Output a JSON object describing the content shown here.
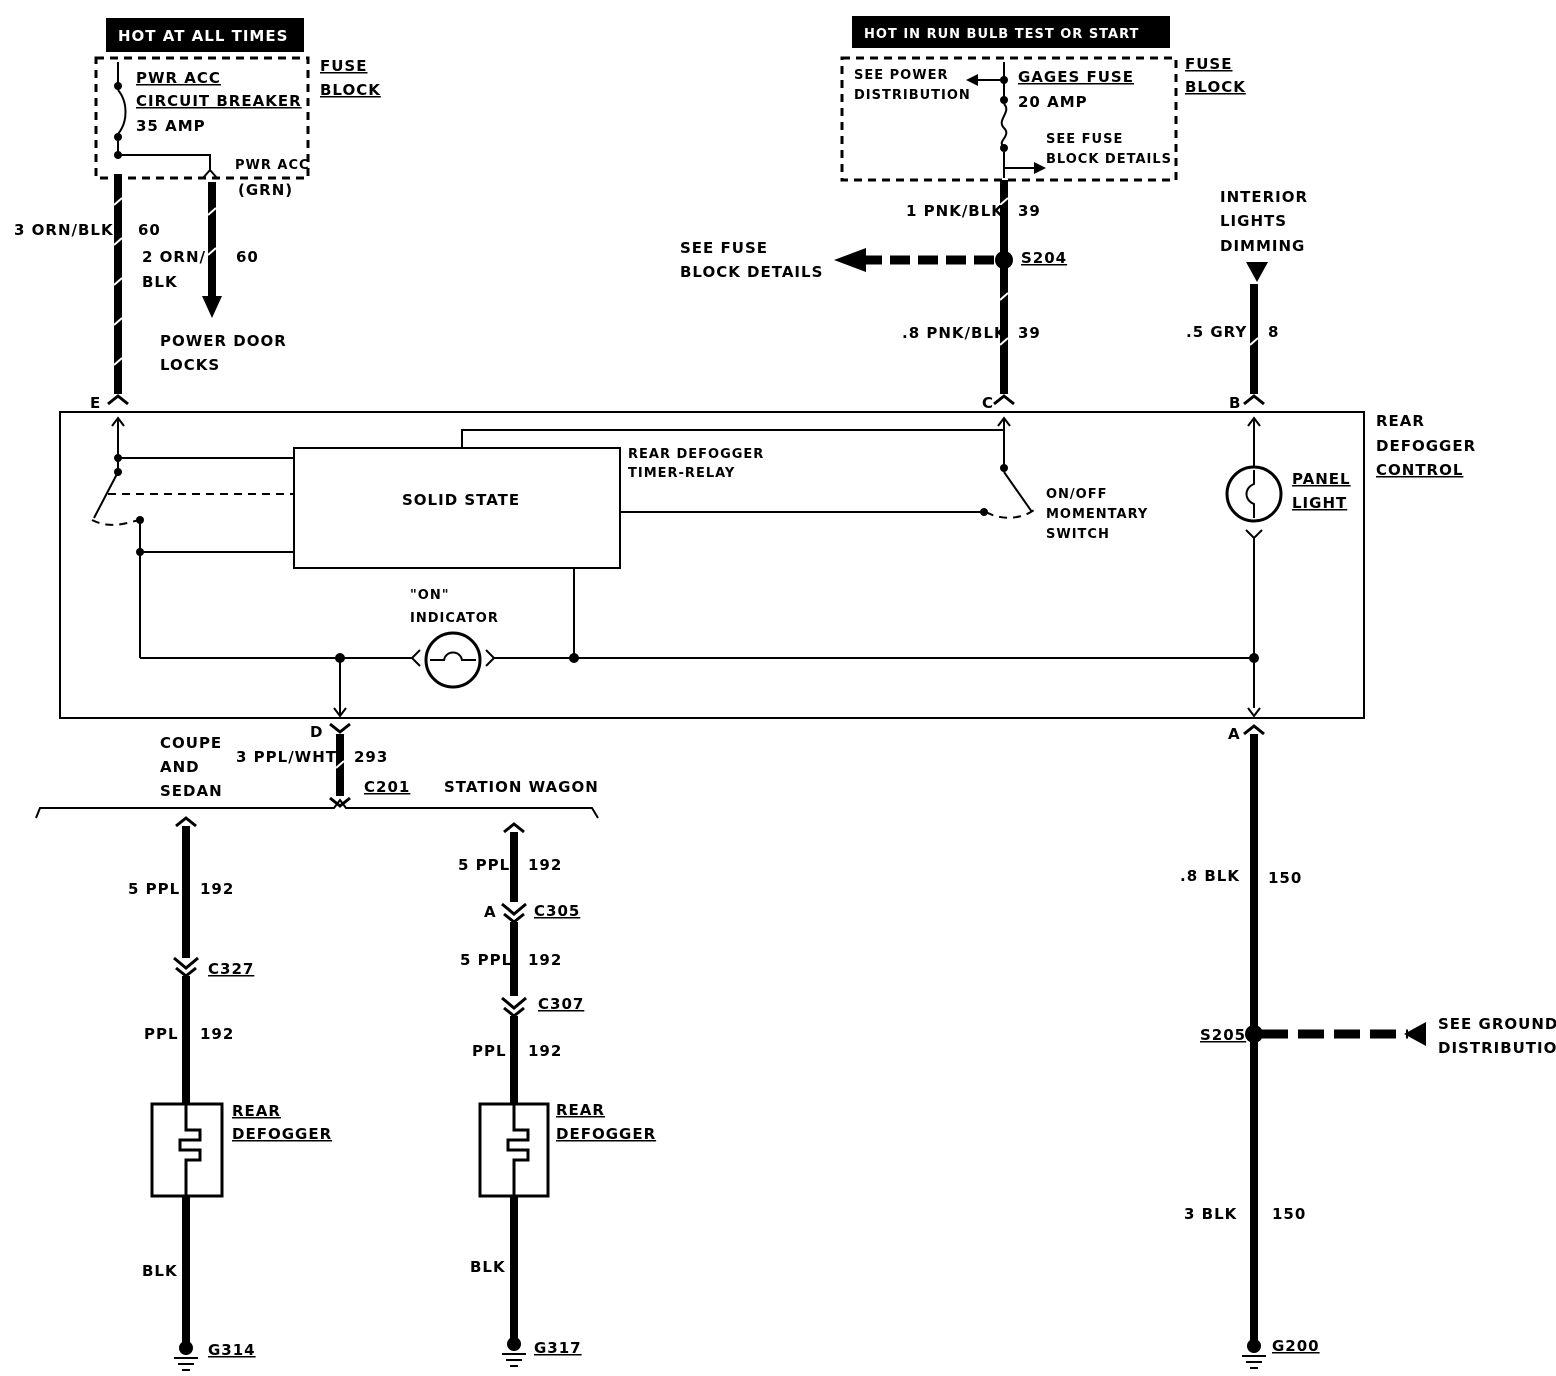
{
  "top_left": {
    "header": "HOT AT ALL TIMES",
    "breaker_line1": "PWR ACC",
    "breaker_line2": "CIRCUIT BREAKER",
    "breaker_amp": "35 AMP",
    "fuse_block_line1": "FUSE",
    "fuse_block_line2": "BLOCK",
    "pwr_acc": "PWR ACC",
    "grn": "(GRN)",
    "wire_e_color": "3 ORN/BLK",
    "wire_e_circuit": "60",
    "wire_door_color1": "2 ORN/",
    "wire_door_color2": "BLK",
    "wire_door_circuit": "60",
    "door_locks1": "POWER DOOR",
    "door_locks2": "LOCKS"
  },
  "top_right": {
    "header": "HOT IN RUN  BULB TEST OR START",
    "see_power1": "SEE POWER",
    "see_power2": "DISTRIBUTION",
    "gages_fuse": "GAGES FUSE",
    "gages_amp": "20 AMP",
    "see_fuse_detail1": "SEE FUSE",
    "see_fuse_detail2": "BLOCK DETAILS",
    "fuse_block_line1": "FUSE",
    "fuse_block_line2": "BLOCK",
    "wire1_color": "1 PNK/BLK",
    "wire1_circuit": "39",
    "splice": "S204",
    "see_fuse_left1": "SEE FUSE",
    "see_fuse_left2": "BLOCK DETAILS",
    "wire2_color": ".8 PNK/BLK",
    "wire2_circuit": "39",
    "interior1": "INTERIOR",
    "interior2": "LIGHTS",
    "interior3": "DIMMING",
    "wire_b_color": ".5 GRY",
    "wire_b_circuit": "8"
  },
  "control": {
    "pin_e": "E",
    "pin_c": "C",
    "pin_b": "B",
    "pin_d": "D",
    "pin_a": "A",
    "title1": "REAR",
    "title2": "DEFOGGER",
    "title3": "CONTROL",
    "solid_state": "SOLID STATE",
    "timer1": "REAR DEFOGGER",
    "timer2": "TIMER-RELAY",
    "switch1": "ON/OFF",
    "switch2": "MOMENTARY",
    "switch3": "SWITCH",
    "panel1": "PANEL",
    "panel2": "LIGHT",
    "on_ind1": "\"ON\"",
    "on_ind2": "INDICATOR"
  },
  "bottom": {
    "coupe1": "COUPE",
    "coupe2": "AND",
    "coupe3": "SEDAN",
    "wire_d_color": "3 PPL/WHT",
    "wire_d_circuit": "293",
    "c201": "C201",
    "station_wagon": "STATION WAGON",
    "cs_wire1_color": "5 PPL",
    "cs_wire1_circuit": "192",
    "c327": "C327",
    "cs_wire2_color": "PPL",
    "cs_wire2_circuit": "192",
    "cs_defog1": "REAR",
    "cs_defog2": "DEFOGGER",
    "cs_blk": "BLK",
    "g314": "G314",
    "sw_wire1_color": "5 PPL",
    "sw_wire1_circuit": "192",
    "c305_pin": "A",
    "c305": "C305",
    "sw_wire2_color": "5 PPL",
    "sw_wire2_circuit": "192",
    "c307": "C307",
    "sw_wire3_color": "PPL",
    "sw_wire3_circuit": "192",
    "sw_defog1": "REAR",
    "sw_defog2": "DEFOGGER",
    "sw_blk": "BLK",
    "g317": "G317",
    "a_wire1_color": ".8 BLK",
    "a_wire1_circuit": "150",
    "s205": "S205",
    "see_ground1": "SEE GROUND",
    "see_ground2": "DISTRIBUTION",
    "a_wire2_color": "3 BLK",
    "a_wire2_circuit": "150",
    "g200": "G200"
  }
}
